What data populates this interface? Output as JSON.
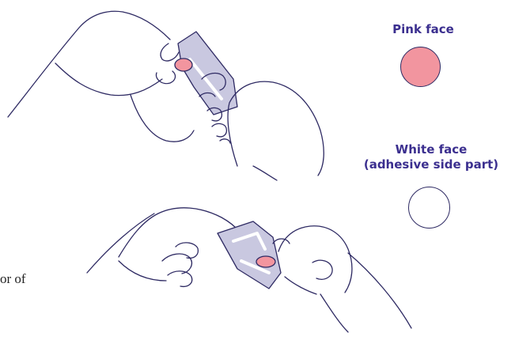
{
  "labels": {
    "pink_face": "Pink face",
    "white_face_line1": "White face",
    "white_face_line2": "(adhesive side part)"
  },
  "partial_text": "or of",
  "colors": {
    "outline": "#2e2a63",
    "label_text": "#3b2f8f",
    "pink": "#f2959f",
    "strip_fill": "#c9c8e0",
    "white": "#ffffff"
  },
  "icons": {
    "top_illustration": "hands-holding-strip-icon",
    "bottom_illustration": "hands-peeling-strip-icon"
  }
}
